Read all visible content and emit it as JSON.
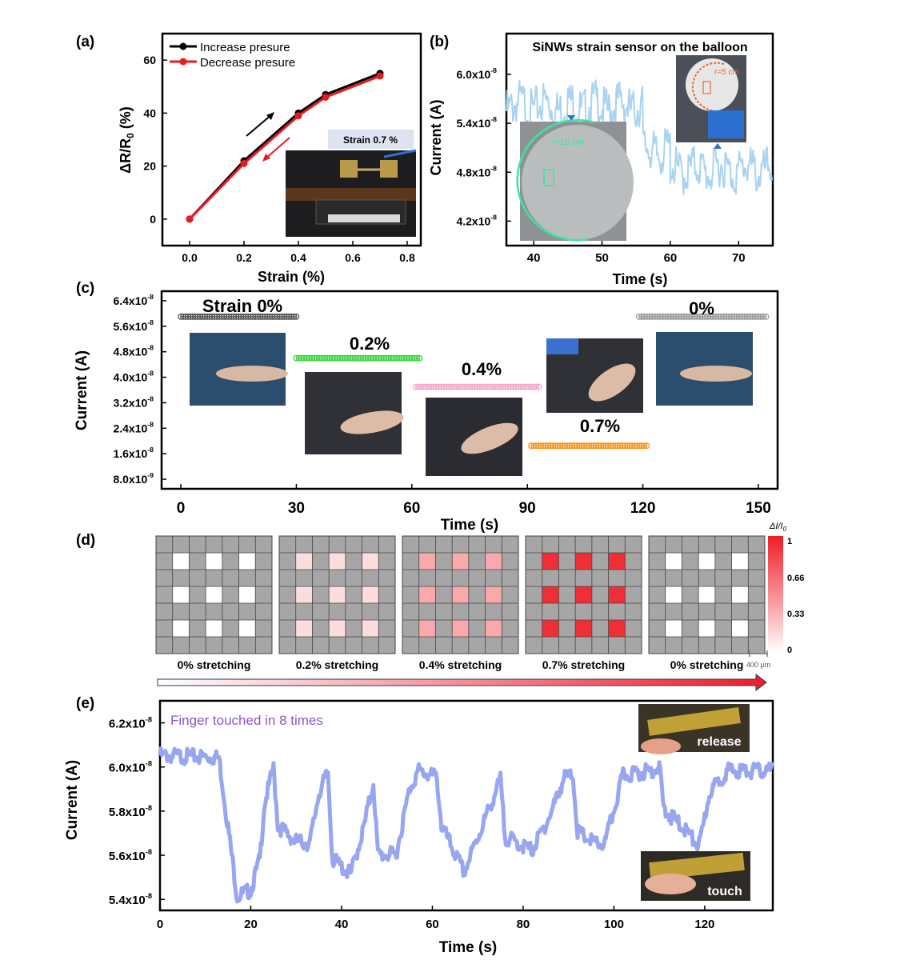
{
  "figure": {
    "panels": [
      {
        "id": "a",
        "label": "(a)"
      },
      {
        "id": "b",
        "label": "(b)"
      },
      {
        "id": "c",
        "label": "(c)"
      },
      {
        "id": "d",
        "label": "(d)"
      },
      {
        "id": "e",
        "label": "(e)"
      }
    ]
  },
  "chart_data": [
    {
      "panel": "(a)",
      "type": "line",
      "xlabel": "Strain (%)",
      "ylabel_main": "ΔR/R",
      "ylabel_sub": "0",
      "ylabel_tail": " (%)",
      "xlim": [
        -0.1,
        0.85
      ],
      "ylim": [
        -10,
        70
      ],
      "xticks": [
        0.0,
        0.2,
        0.4,
        0.6,
        0.8
      ],
      "xtick_labels": [
        "0.0",
        "0.2",
        "0.4",
        "0.6",
        "0.8"
      ],
      "yticks": [
        0,
        20,
        40,
        60
      ],
      "ytick_labels": [
        "0",
        "20",
        "40",
        "60"
      ],
      "series": [
        {
          "name": "Increase presure",
          "color": "#000000",
          "x": [
            0,
            0.2,
            0.4,
            0.5,
            0.7
          ],
          "values": [
            0,
            22,
            40,
            47,
            55
          ]
        },
        {
          "name": "Decrease presure",
          "color": "#e8191f",
          "x": [
            0,
            0.2,
            0.4,
            0.5,
            0.7
          ],
          "values": [
            0,
            21,
            39,
            46,
            54
          ]
        }
      ],
      "legend": "top-left",
      "inset_label": "Strain 0.7 %"
    },
    {
      "panel": "(b)",
      "type": "line",
      "title": "SiNWs strain sensor on the balloon",
      "xlabel": "Time (s)",
      "ylabel": "Current (A)",
      "xlim": [
        36,
        75
      ],
      "ylim": [
        3.9e-08,
        6.5e-08
      ],
      "xticks": [
        40,
        50,
        60,
        70
      ],
      "xtick_labels": [
        "40",
        "50",
        "60",
        "70"
      ],
      "yticks": [
        4.2e-08,
        4.8e-08,
        5.4e-08,
        6e-08
      ],
      "ytick_mantissa": [
        "4.2x10",
        "4.8x10",
        "5.4x10",
        "6.0x10"
      ],
      "ytick_exp": "-8",
      "series": [
        {
          "color": "#a9d3f0",
          "segments": [
            {
              "x": [
                36,
                56
              ],
              "level": 5.75e-08
            },
            {
              "x": [
                56,
                60
              ],
              "level": 5.2e-08
            },
            {
              "x": [
                60,
                75
              ],
              "level": 4.97e-08
            }
          ]
        }
      ],
      "inset_labels": [
        "r=10 cm",
        "r=5 cm"
      ]
    },
    {
      "panel": "(c)",
      "type": "scatter",
      "xlabel": "Time (s)",
      "ylabel": "Current (A)",
      "xlim": [
        -5,
        155
      ],
      "ylim": [
        5e-09,
        6.7e-08
      ],
      "xticks": [
        0,
        30,
        60,
        90,
        120,
        150
      ],
      "xtick_labels": [
        "0",
        "30",
        "60",
        "90",
        "120",
        "150"
      ],
      "yticks": [
        8e-09,
        1.6e-08,
        2.4e-08,
        3.2e-08,
        4e-08,
        4.8e-08,
        5.6e-08,
        6.4e-08
      ],
      "ytick_mantissa": [
        "8.0x10",
        "1.6x10",
        "2.4x10",
        "3.2x10",
        "4.0x10",
        "4.8x10",
        "5.6x10",
        "6.4x10"
      ],
      "ytick_exp": [
        "-9",
        "-8",
        "-8",
        "-8",
        "-8",
        "-8",
        "-8",
        "-8"
      ],
      "series": [
        {
          "label": "Strain 0%",
          "color": "#555555",
          "x": [
            0,
            30
          ],
          "level": 5.9e-08
        },
        {
          "label": "0.2%",
          "color": "#3fd13f",
          "x": [
            30,
            62
          ],
          "level": 4.6e-08
        },
        {
          "label": "0.4%",
          "color": "#f2a8c8",
          "x": [
            61,
            93
          ],
          "level": 3.7e-08
        },
        {
          "label": "0.7%",
          "color": "#f7931e",
          "x": [
            91,
            121
          ],
          "level": 1.85e-08
        },
        {
          "label": "0%",
          "color": "#9b9b9b",
          "x": [
            119,
            152
          ],
          "level": 5.9e-08
        }
      ]
    },
    {
      "panel": "(d)",
      "type": "heatmap",
      "colorbar_title": "ΔI/I",
      "colorbar_sub": "0",
      "colorbar_ticks": [
        0,
        0.33,
        0.66,
        1
      ],
      "colorbar_tick_labels": [
        "0",
        "0.33",
        "0.66",
        "1"
      ],
      "maps": [
        {
          "label": "0% stretching",
          "value": 0.0
        },
        {
          "label": "0.2% stretching",
          "value": 0.15
        },
        {
          "label": "0.4% stretching",
          "value": 0.38
        },
        {
          "label": "0.7% stretching",
          "value": 0.92
        },
        {
          "label": "0% stretching",
          "value": 0.0
        }
      ],
      "scale_bar": "400 μm"
    },
    {
      "panel": "(e)",
      "type": "line",
      "annotation": "Finger touched in 8 times",
      "xlabel": "Time (s)",
      "ylabel": "Current (A)",
      "xlim": [
        0,
        135
      ],
      "ylim": [
        5.35e-08,
        6.3e-08
      ],
      "xticks": [
        0,
        20,
        40,
        60,
        80,
        100,
        120
      ],
      "xtick_labels": [
        "0",
        "20",
        "40",
        "60",
        "80",
        "100",
        "120"
      ],
      "yticks": [
        5.4e-08,
        5.6e-08,
        5.8e-08,
        6e-08,
        6.2e-08
      ],
      "ytick_mantissa": [
        "5.4x10",
        "5.6x10",
        "5.8x10",
        "6.0x10",
        "6.2x10"
      ],
      "ytick_exp": "-8",
      "color": "#98a6f2",
      "x": [
        0,
        13,
        14,
        17,
        20,
        22,
        23,
        25,
        26,
        30,
        33,
        35,
        37,
        38,
        42,
        45,
        47,
        48,
        52,
        55,
        57,
        61,
        62,
        67,
        71,
        75,
        76,
        82,
        86,
        89,
        91,
        92,
        96,
        98,
        101,
        102,
        108,
        110,
        111,
        116,
        118,
        119,
        121,
        125,
        130,
        135
      ],
      "values": [
        6.07e-08,
        6.06e-08,
        5.9e-08,
        5.43e-08,
        5.46e-08,
        5.6e-08,
        5.85e-08,
        6.01e-08,
        5.75e-08,
        5.68e-08,
        5.67e-08,
        5.9e-08,
        5.99e-08,
        5.6e-08,
        5.53e-08,
        5.75e-08,
        5.95e-08,
        5.62e-08,
        5.62e-08,
        5.92e-08,
        6e-08,
        5.97e-08,
        5.75e-08,
        5.54e-08,
        5.75e-08,
        5.96e-08,
        5.7e-08,
        5.64e-08,
        5.8e-08,
        5.97e-08,
        5.98e-08,
        5.72e-08,
        5.67e-08,
        5.67e-08,
        5.9e-08,
        5.98e-08,
        6e-08,
        6.02e-08,
        5.82e-08,
        5.73e-08,
        5.67e-08,
        5.67e-08,
        5.9e-08,
        6e-08,
        6e-08,
        6e-08
      ],
      "inset_labels": [
        "release",
        "touch"
      ]
    }
  ]
}
